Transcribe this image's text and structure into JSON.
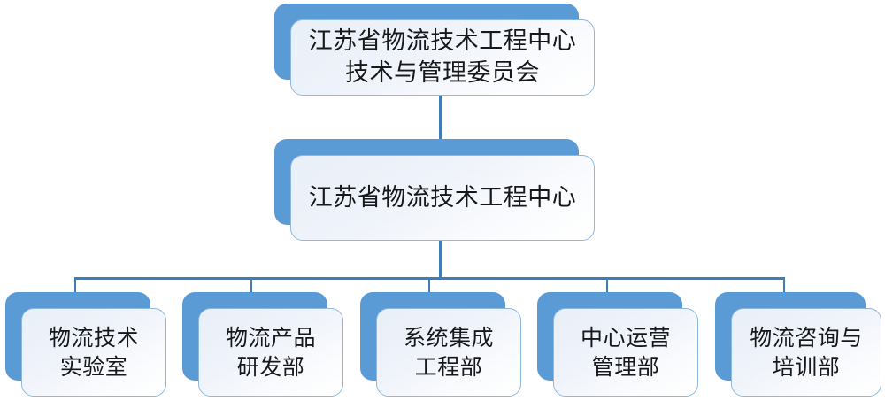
{
  "diagram": {
    "type": "organizational-chart",
    "title_node": {
      "label": "江苏省物流技术工程中心\n技术与管理委员会"
    },
    "center_node": {
      "label": "江苏省物流技术工程中心"
    },
    "departments": [
      {
        "label": "物流技术\n实验室"
      },
      {
        "label": "物流产品\n研发部"
      },
      {
        "label": "系统集成\n工程部"
      },
      {
        "label": "中心运营\n管理部"
      },
      {
        "label": "物流咨询与\n培训部"
      }
    ],
    "colors": {
      "node_fill": "#5B9BD5",
      "panel_border": "#8FB8DE",
      "panel_fill": "#EFF3FA",
      "connector": "#3E7DB5",
      "text": "#17181A",
      "background": "#FFFFFF"
    }
  }
}
